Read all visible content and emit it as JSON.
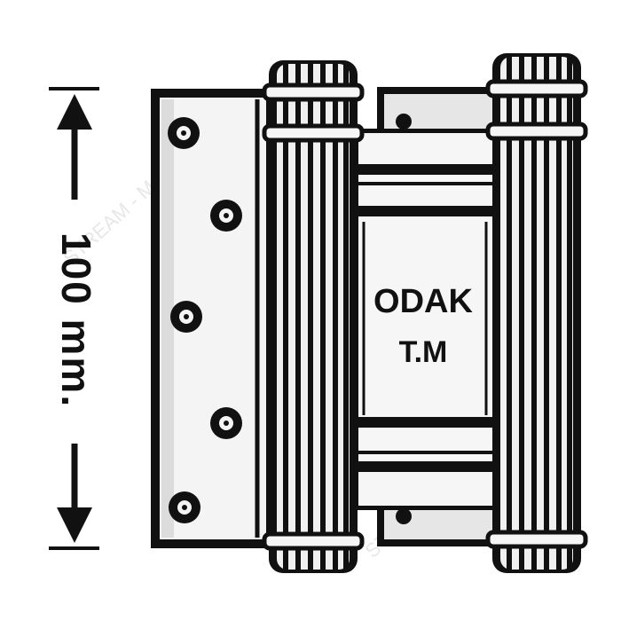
{
  "dimension": {
    "label": "100 mm."
  },
  "plate_label": {
    "line1": "ODAK",
    "line2": "T.M"
  },
  "watermark": "STREAM - MARKET",
  "colors": {
    "ink": "#111111",
    "paper": "#ffffff",
    "metal_light": "#f2f2f2",
    "metal_mid": "#d9d9d9"
  }
}
